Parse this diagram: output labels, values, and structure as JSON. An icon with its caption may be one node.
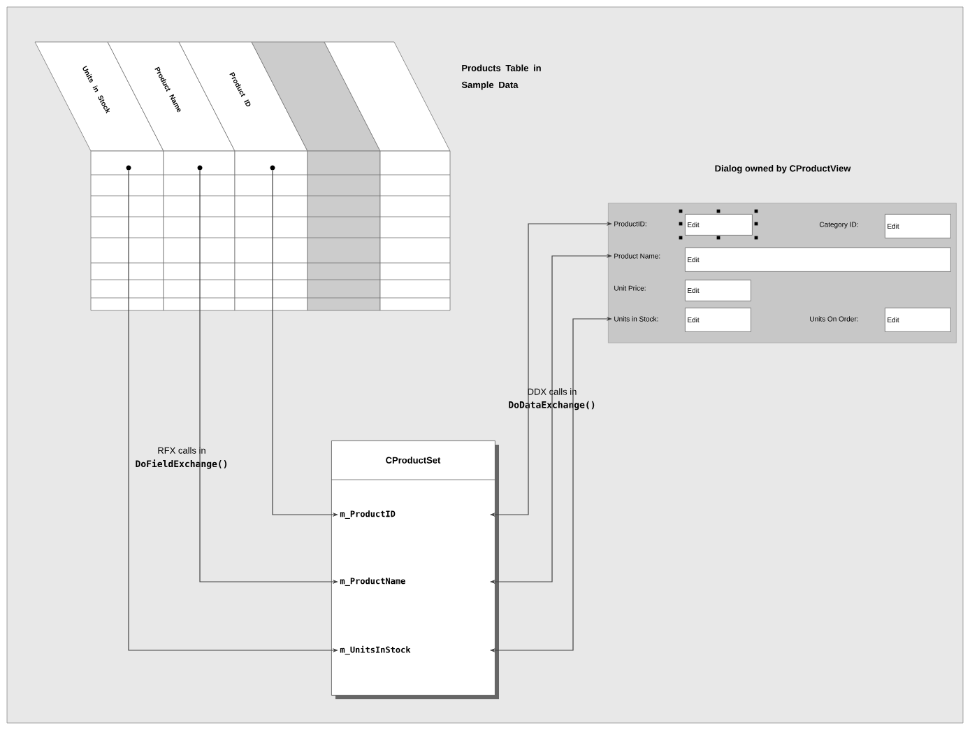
{
  "diagram": {
    "nodes": [
      {
        "text": [
          "Units in Stock",
          "Product Name",
          "Product ID"
        ],
        "beside": [
          "Products Table in Sample Data"
        ]
      },
      {
        "text": [],
        "shape": "circle",
        "in": 0
      },
      {
        "text": [],
        "shape": "circle",
        "in": 0
      },
      {
        "text": [],
        "shape": "circle",
        "in": 0
      },
      {
        "text": [
          "Dialog owned by CProductView"
        ]
      },
      {
        "text": [
          "ProductID:"
        ],
        "in": 4
      },
      {
        "text": [
          "Edit"
        ],
        "in": 4
      },
      {
        "text": [
          "Edit"
        ],
        "in": 4
      },
      {
        "text": [
          "Product Name:"
        ],
        "in": 4
      },
      {
        "text": [
          "Edit"
        ],
        "in": 4
      },
      {
        "text": [
          "Edit"
        ],
        "in": 4
      },
      {
        "text": [
          "Units in Stock:"
        ],
        "in": 4
      },
      {
        "text": [
          "Edit"
        ],
        "in": 4
      },
      {
        "text": [
          "Edit"
        ],
        "in": 4
      },
      {
        "text": [
          "CProductSet"
        ]
      },
      {
        "text": [
          "m_ProductID"
        ],
        "in": 14
      },
      {
        "text": [
          "m_ProductName"
        ],
        "in": 14
      },
      {
        "text": [
          "m_UnitsInStock"
        ],
        "in": 14
      }
    ],
    "edges": [
      {
        "from": 3,
        "to": 15,
        "arrow": "to"
      },
      {
        "from": 2,
        "to": 16,
        "arrow": "to"
      },
      {
        "from": 1,
        "to": 17,
        "arrow": "to"
      },
      {
        "from": 15,
        "to": 5,
        "arrow": "both"
      },
      {
        "from": 16,
        "to": 8,
        "arrow": "both"
      },
      {
        "from": 17,
        "to": 11,
        "arrow": "both"
      }
    ],
    "labels": [
      "Category ID:",
      "Unit Price:",
      "Units On Order:",
      "RFX calls in",
      "DoFieldExchange()",
      "DDX calls in",
      "DoDataExchange()"
    ]
  }
}
